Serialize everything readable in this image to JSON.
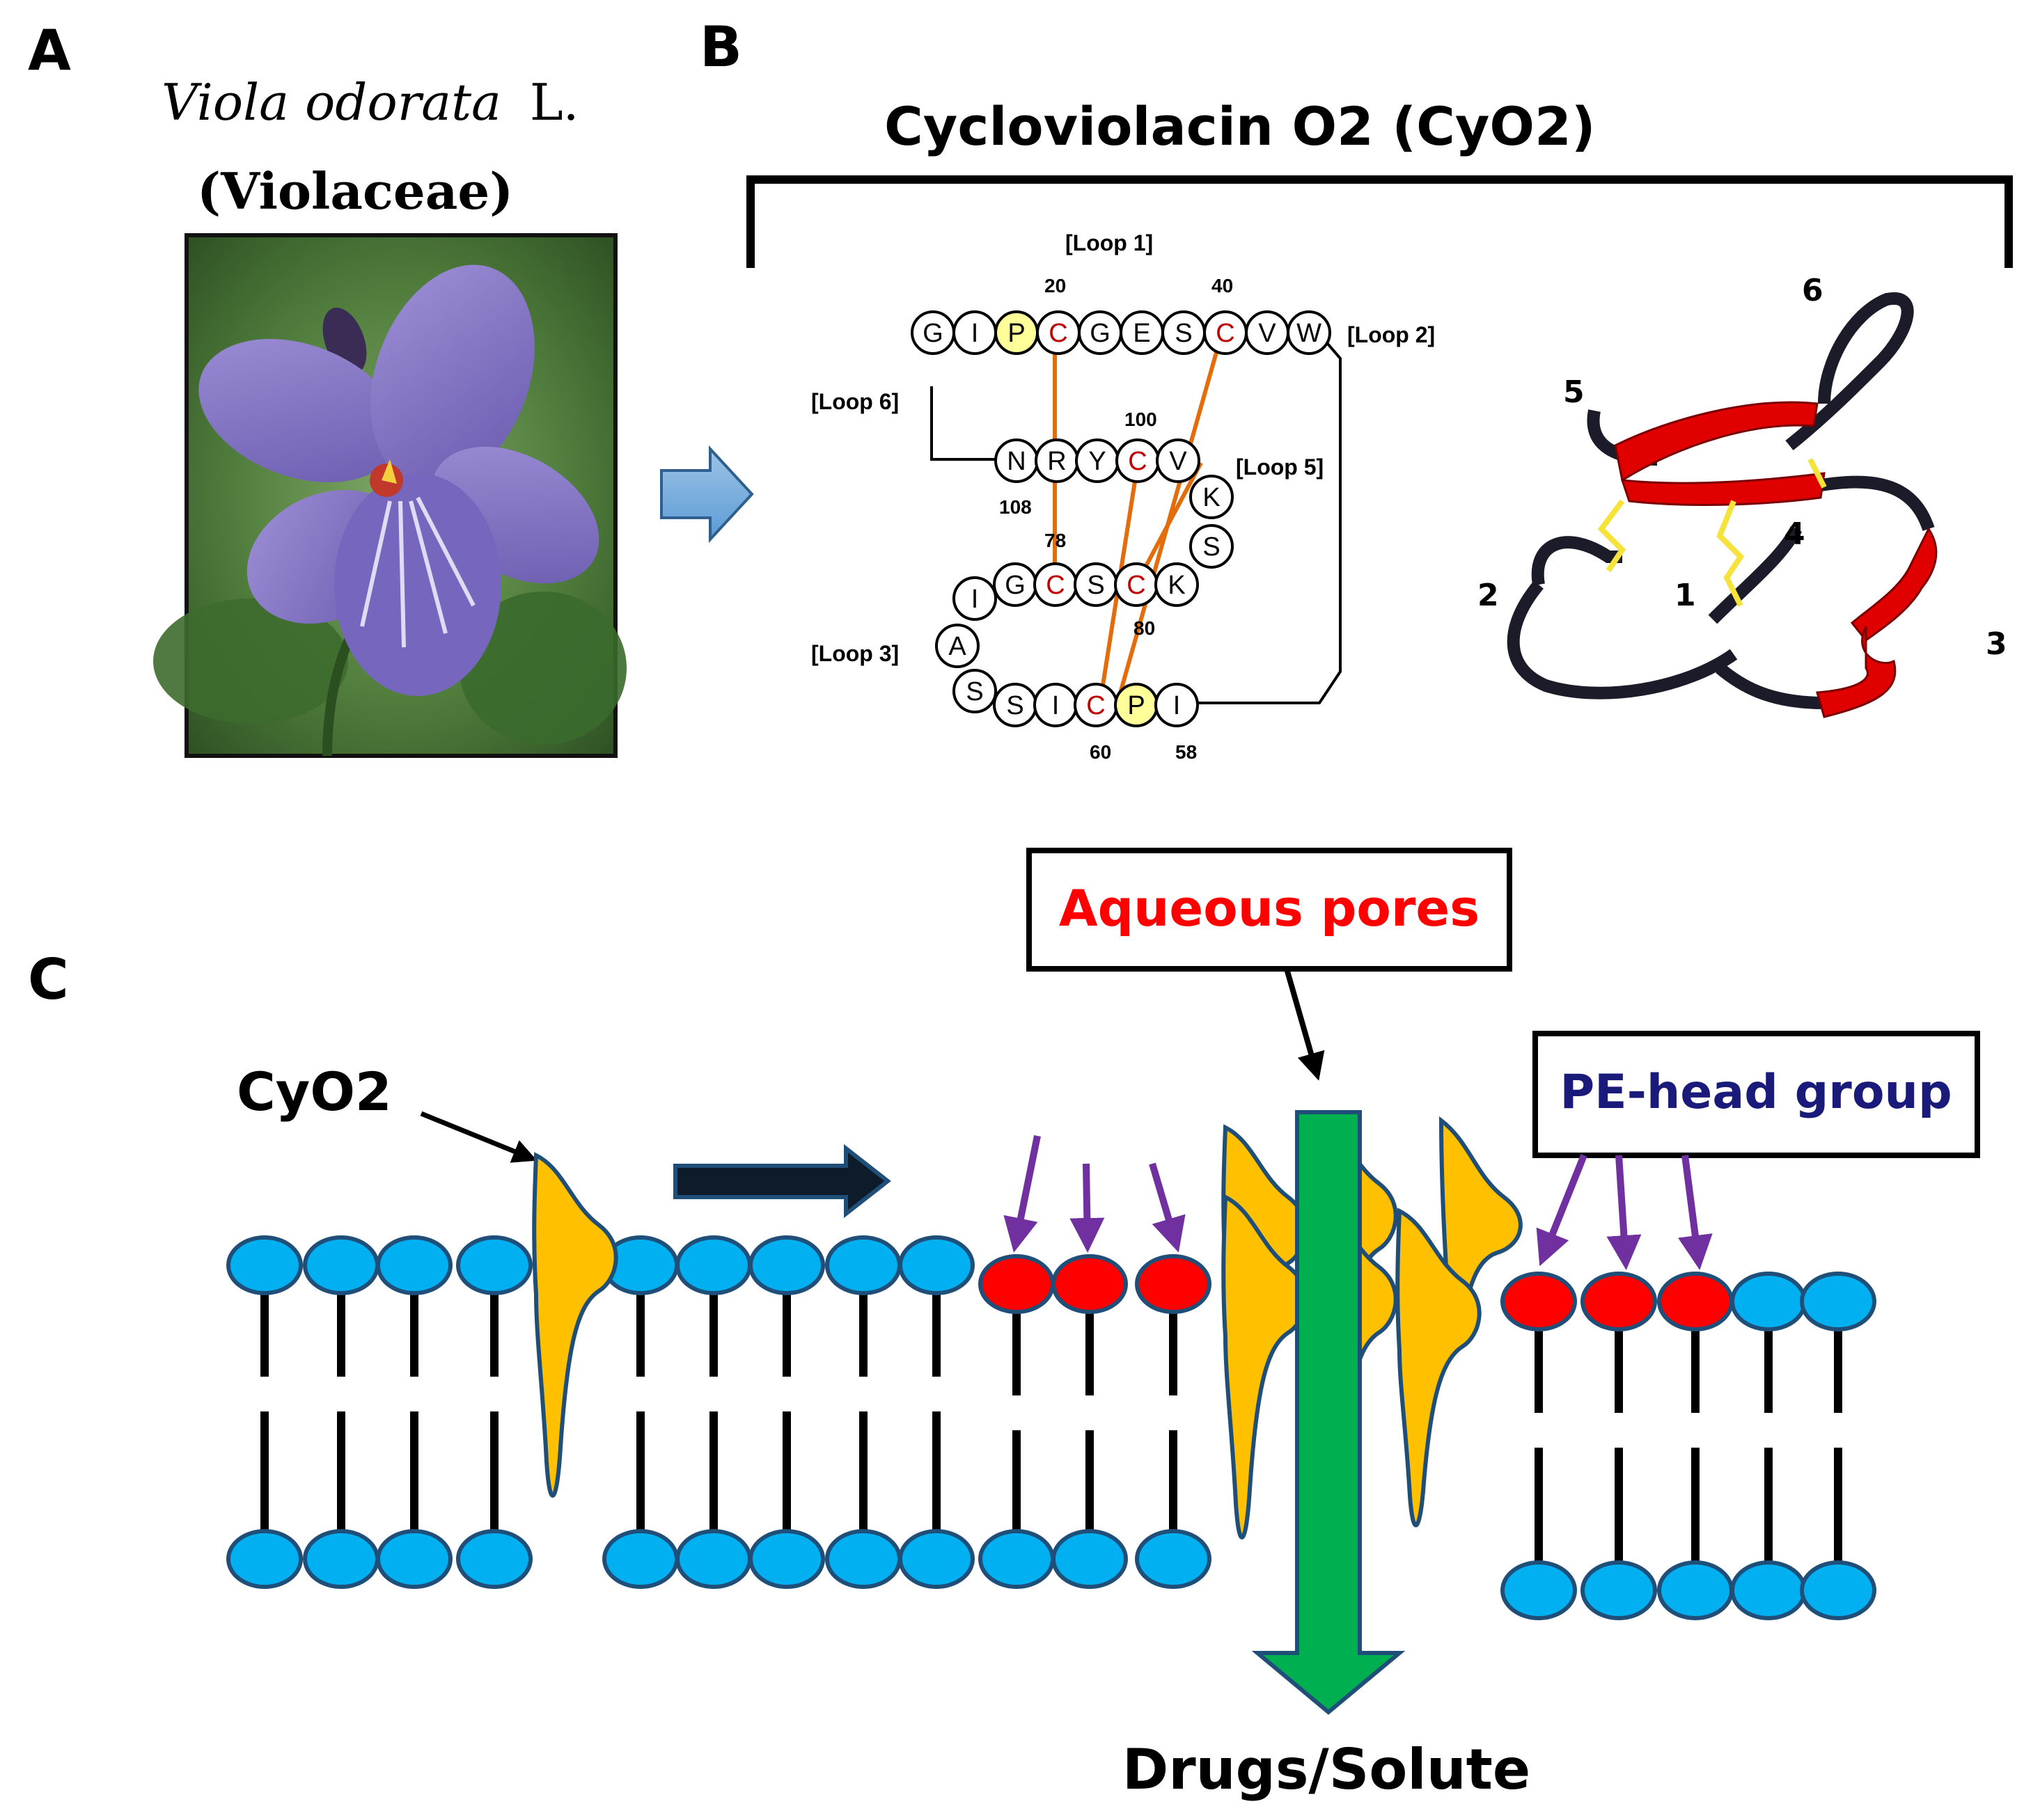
{
  "panel_a": {
    "label": "A",
    "species": "Viola odorata",
    "author": "L.",
    "family": "(Violaceae)"
  },
  "panel_b": {
    "label": "B",
    "title": "Cycloviolacin O2 (CyO2)",
    "loops": [
      "[Loop 1]",
      "[Loop 2]",
      "[Loop 3]",
      "[Loop 5]",
      "[Loop 6]"
    ],
    "residues": {
      "row1": [
        "G",
        "I",
        "P",
        "C",
        "G",
        "E",
        "S",
        "C",
        "V",
        "W"
      ],
      "row2": [
        "N",
        "R",
        "Y",
        "C",
        "V"
      ],
      "right_side": [
        "K",
        "S"
      ],
      "row3": [
        "I",
        "G",
        "C",
        "S",
        "C",
        "K"
      ],
      "left_side": [
        "A"
      ],
      "row4": [
        "S",
        "S",
        "I",
        "C",
        "P",
        "I"
      ]
    },
    "numbers": [
      "20",
      "40",
      "100",
      "108",
      "78",
      "80",
      "60",
      "58"
    ],
    "structure_labels": [
      "1",
      "2",
      "3",
      "4",
      "5",
      "6"
    ]
  },
  "panel_c": {
    "label": "C",
    "cyo2_label": "CyO2",
    "aqueous_pores": "Aqueous pores",
    "pe_head_group": "PE-head group",
    "drugs_solute": "Drugs/Solute"
  },
  "colors": {
    "lipid_head": "#00b0f0",
    "pe_head": "#ff0000",
    "peptide": "#ffc000",
    "outline": "#1f4e79",
    "pore_arrow": "#00b050",
    "purple_arrow": "#7030a0",
    "disulfide": "#e46c0a",
    "highlight": "#ffff99"
  }
}
